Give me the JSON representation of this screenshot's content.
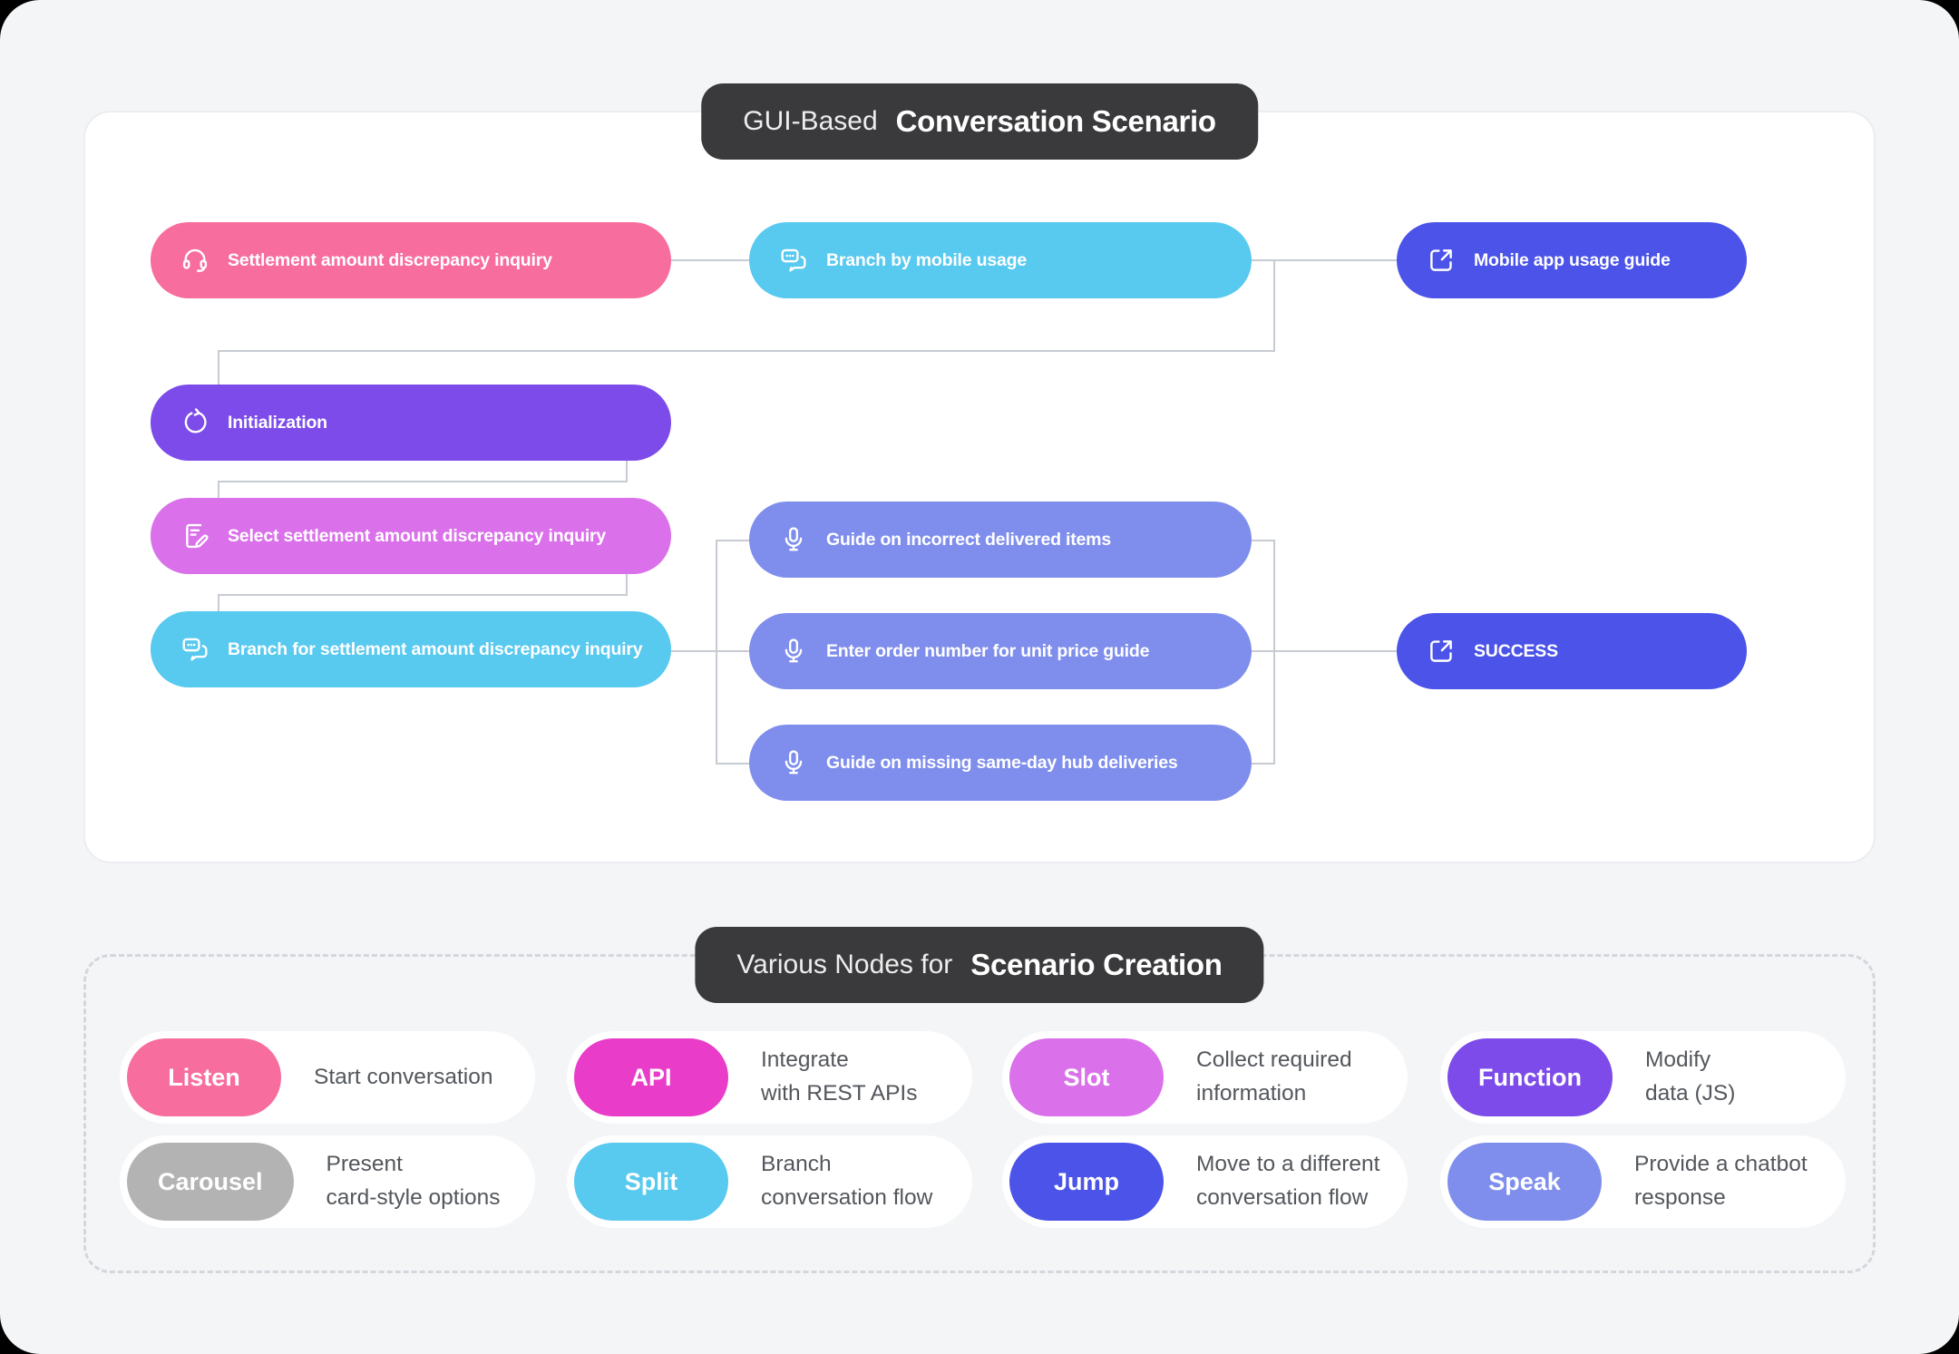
{
  "scenario": {
    "header_prefix": "GUI-Based",
    "header_title": "Conversation Scenario",
    "nodes": [
      {
        "label": "Settlement amount discrepancy inquiry",
        "icon": "headset-icon",
        "color": "#F76D9E"
      },
      {
        "label": "Branch by mobile usage",
        "icon": "chat-bubbles-icon",
        "color": "#58C9EF"
      },
      {
        "label": "Mobile app usage guide",
        "icon": "jump-icon",
        "color": "#4B53E8"
      },
      {
        "label": "Initialization",
        "icon": "refresh-icon",
        "color": "#7C4BE9"
      },
      {
        "label": "Select settlement amount discrepancy inquiry",
        "icon": "doc-edit-icon",
        "color": "#DA70EA"
      },
      {
        "label": "Branch for settlement amount discrepancy inquiry",
        "icon": "chat-bubbles-icon",
        "color": "#58C9EF"
      },
      {
        "label": "Guide on incorrect delivered items",
        "icon": "mic-icon",
        "color": "#7F8EEC"
      },
      {
        "label": "Enter order number for unit price guide",
        "icon": "mic-icon",
        "color": "#7F8EEC"
      },
      {
        "label": "Guide on missing same-day hub deliveries",
        "icon": "mic-icon",
        "color": "#7F8EEC"
      },
      {
        "label": "SUCCESS",
        "icon": "jump-icon",
        "color": "#4B53E8"
      }
    ]
  },
  "legend": {
    "header_prefix": "Various Nodes for",
    "header_title": "Scenario Creation",
    "items": [
      {
        "badge": "Listen",
        "color": "#F76D9E",
        "desc": "Start conversation"
      },
      {
        "badge": "API",
        "color": "#E93CC9",
        "desc": "Integrate\nwith REST APIs"
      },
      {
        "badge": "Slot",
        "color": "#DA70EA",
        "desc": "Collect required\ninformation"
      },
      {
        "badge": "Function",
        "color": "#7C4BE9",
        "desc": "Modify\ndata (JS)"
      },
      {
        "badge": "Carousel",
        "color": "#B3B3B4",
        "desc": "Present\ncard-style options"
      },
      {
        "badge": "Split",
        "color": "#58C9EF",
        "desc": "Branch\nconversation flow"
      },
      {
        "badge": "Jump",
        "color": "#4B53E8",
        "desc": "Move to a different\nconversation flow"
      },
      {
        "badge": "Speak",
        "color": "#7F8EEC",
        "desc": "Provide a chatbot\nresponse"
      }
    ]
  }
}
